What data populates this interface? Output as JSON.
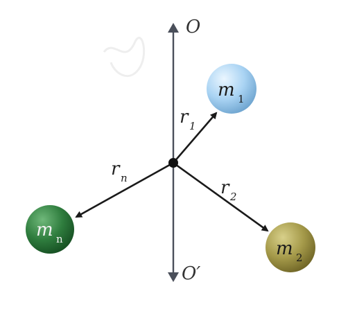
{
  "axis": {
    "top_label": "O",
    "bottom_label": "O′"
  },
  "vectors": {
    "r1": {
      "main": "r",
      "sub": "1"
    },
    "r2": {
      "main": "r",
      "sub": "2"
    },
    "rn": {
      "main": "r",
      "sub": "n"
    }
  },
  "masses": {
    "m1": {
      "main": "m",
      "sub": "1",
      "color": "#a9d3f3"
    },
    "m2": {
      "main": "m",
      "sub": "2",
      "color": "#a59a4a"
    },
    "mn": {
      "main": "m",
      "sub": "n",
      "color": "#2f7d3e"
    }
  },
  "colors": {
    "axis": "#4a4f5a",
    "vector": "#1a1a1a"
  }
}
